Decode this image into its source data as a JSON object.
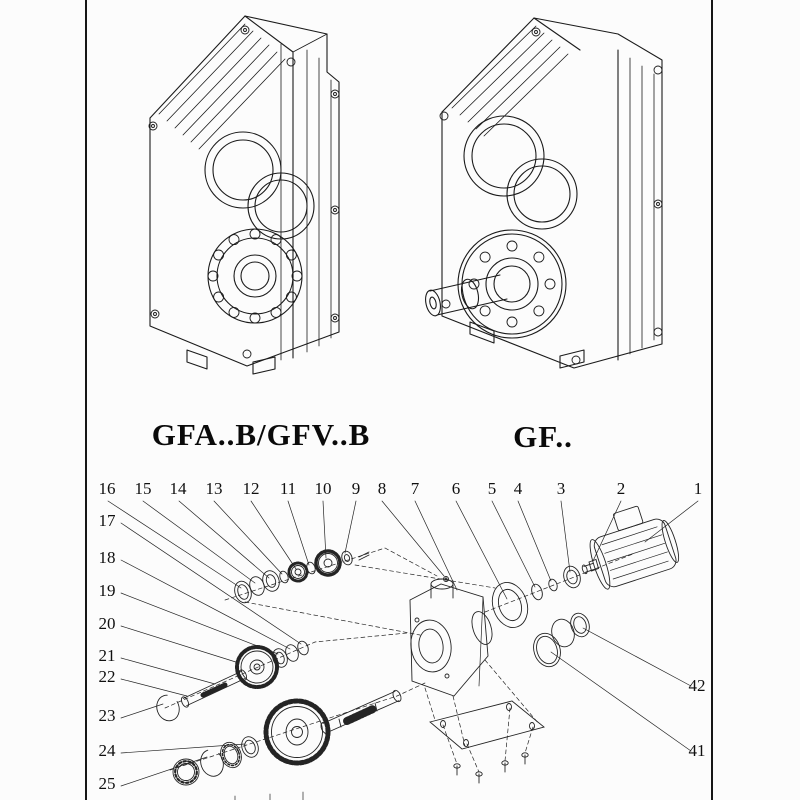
{
  "models": {
    "left_label": "GFA..B/GFV..B",
    "right_label": "GF.."
  },
  "exploded_view": {
    "top_callouts": [
      "16",
      "15",
      "14",
      "13",
      "12",
      "11",
      "10",
      "9",
      "8",
      "7",
      "6",
      "5",
      "4",
      "3",
      "2",
      "1"
    ],
    "left_callouts": [
      "17",
      "18",
      "19",
      "20",
      "21",
      "22",
      "23",
      "24",
      "25"
    ],
    "right_callouts": [
      "42",
      "41"
    ]
  },
  "colors": {
    "line_color": "#1b1b1b",
    "background": "#fcfcfc"
  }
}
